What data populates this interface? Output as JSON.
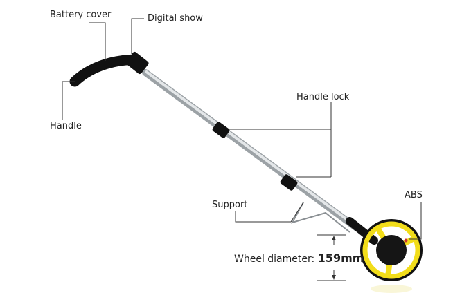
{
  "labels": {
    "battery_cover": "Battery cover",
    "digital_show": "Digital show",
    "handle": "Handle",
    "handle_lock": "Handle lock",
    "support": "Support",
    "abs": "ABS",
    "wheel_diameter_label": "Wheel diameter:",
    "wheel_diameter_value": "159mm"
  },
  "colors": {
    "wheel": "#f2dd1a",
    "body": "#111111",
    "pole": "#c8cdd0",
    "leader": "#333333"
  }
}
